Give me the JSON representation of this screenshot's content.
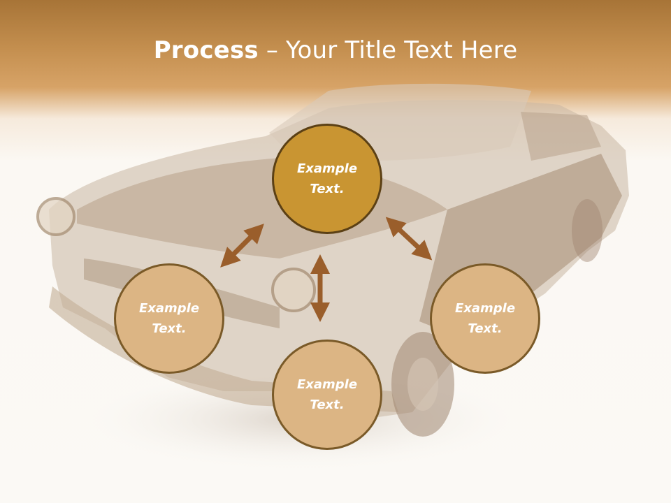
{
  "slide": {
    "title_bold": "Process",
    "title_rest": " – Your Title Text Here"
  },
  "diagram": {
    "nodes": [
      {
        "id": "top",
        "label": "Example Text."
      },
      {
        "id": "left",
        "label": "Example Text."
      },
      {
        "id": "bottom",
        "label": "Example Text."
      },
      {
        "id": "right",
        "label": "Example Text."
      }
    ],
    "colors": {
      "main_node": "#c99532",
      "side_node": "#dcb584",
      "arrow": "#9a5e2b",
      "header": "#c48f4f"
    }
  }
}
